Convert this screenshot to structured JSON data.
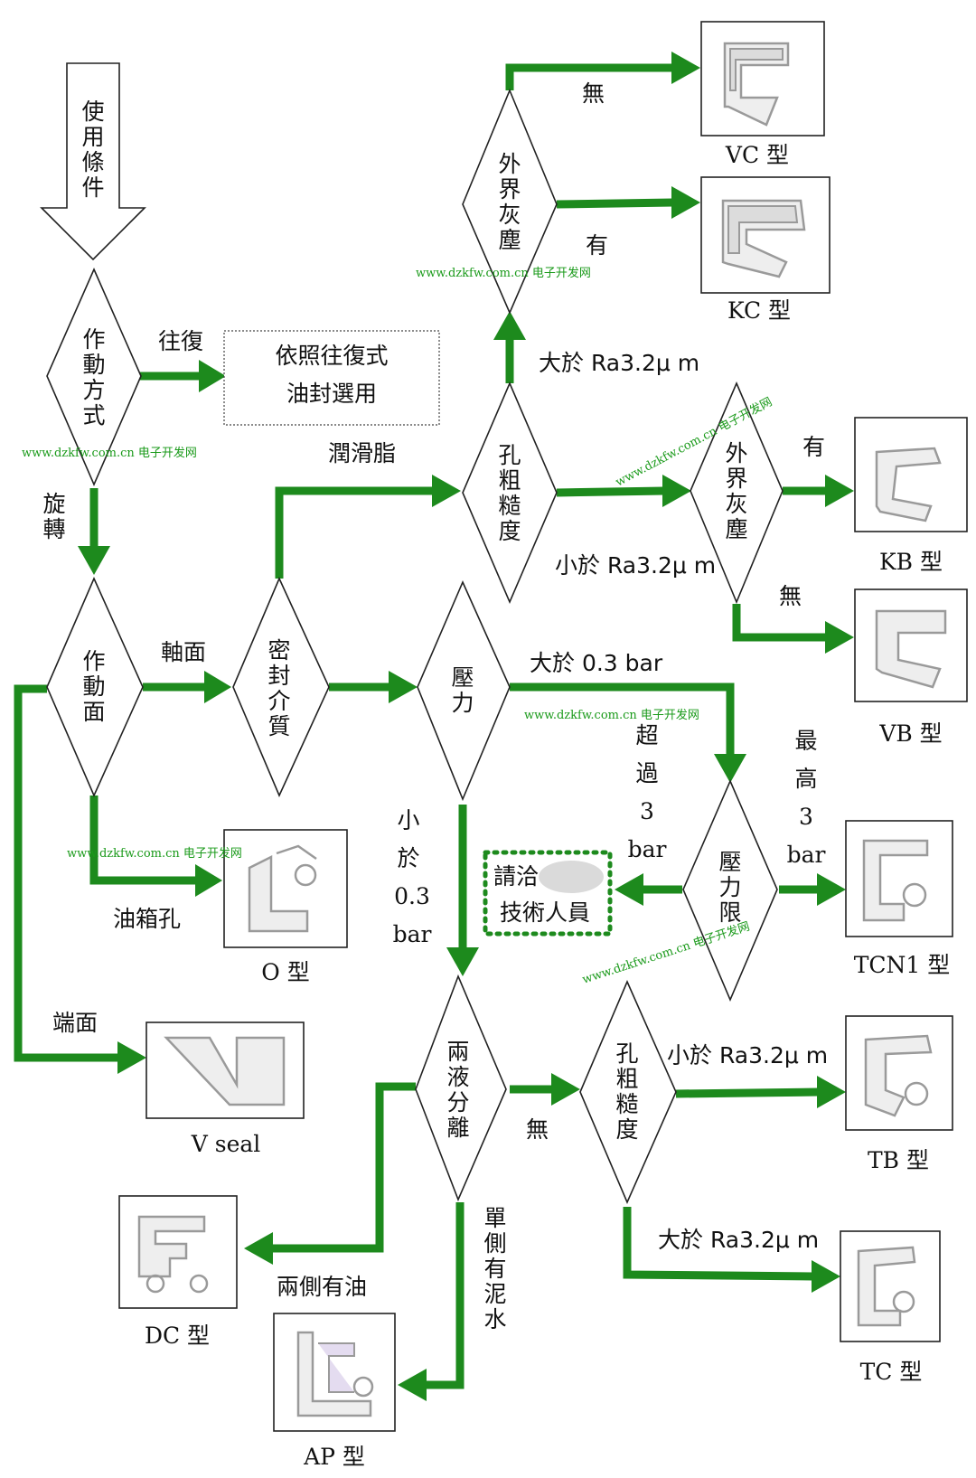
{
  "start": {
    "lines": [
      "使",
      "用",
      "條",
      "件"
    ]
  },
  "decisions": {
    "motion": [
      "作",
      "動",
      "方",
      "式"
    ],
    "surface": [
      "作",
      "動",
      "面"
    ],
    "medium": [
      "密",
      "封",
      "介",
      "質"
    ],
    "roughness_top": [
      "孔",
      "粗",
      "糙",
      "度"
    ],
    "dust_top": [
      "外",
      "界",
      "灰",
      "塵"
    ],
    "dust_right": [
      "外",
      "界",
      "灰",
      "塵"
    ],
    "pressure": [
      "壓",
      "力"
    ],
    "pressure_limit": [
      "壓",
      "力",
      "限"
    ],
    "separation": [
      "兩",
      "液",
      "分",
      "離"
    ],
    "roughness_bottom": [
      "孔",
      "粗",
      "糙",
      "度"
    ]
  },
  "reciprocating_box": [
    "依照往復式",
    "油封選用"
  ],
  "contact_box": [
    "請洽",
    "技術人員"
  ],
  "edge_labels": {
    "reciprocating": "往復",
    "rotating": [
      "旋",
      "轉"
    ],
    "shaft": "軸面",
    "oil_hole": "油箱孔",
    "end_face": "端面",
    "grease": "潤滑脂",
    "above_ra_top": "大於 Ra3.2μ m",
    "below_ra_top": "小於 Ra3.2μ m",
    "dust_none_top": "無",
    "dust_yes_top": "有",
    "dust_yes_right": "有",
    "dust_none_right": "無",
    "above_03": "大於 0.3 bar",
    "below_03": [
      "小",
      "於",
      "0.3",
      "bar"
    ],
    "exceed_3": [
      "超",
      "過",
      "3",
      "bar"
    ],
    "max_3": [
      "最",
      "高",
      "3",
      "bar"
    ],
    "none_sep": "無",
    "both_oil": "兩側有油",
    "one_mud": [
      "單",
      "側",
      "有",
      "泥",
      "水"
    ],
    "below_ra_bottom": "小於 Ra3.2μ m",
    "above_ra_bottom": "大於 Ra3.2μ m"
  },
  "seal_types": {
    "vc": "VC 型",
    "kc": "KC 型",
    "kb": "KB 型",
    "vb": "VB 型",
    "o": "O 型",
    "v": "V seal",
    "tcn1": "TCN1 型",
    "tb": "TB 型",
    "tc": "TC 型",
    "dc": "DC 型",
    "ap": "AP 型"
  },
  "watermarks": [
    "www.dzkfw.com.cn 电子开发网"
  ],
  "colors": {
    "arrow": "#1d8a1d",
    "watermark": "#1a9a1a"
  }
}
